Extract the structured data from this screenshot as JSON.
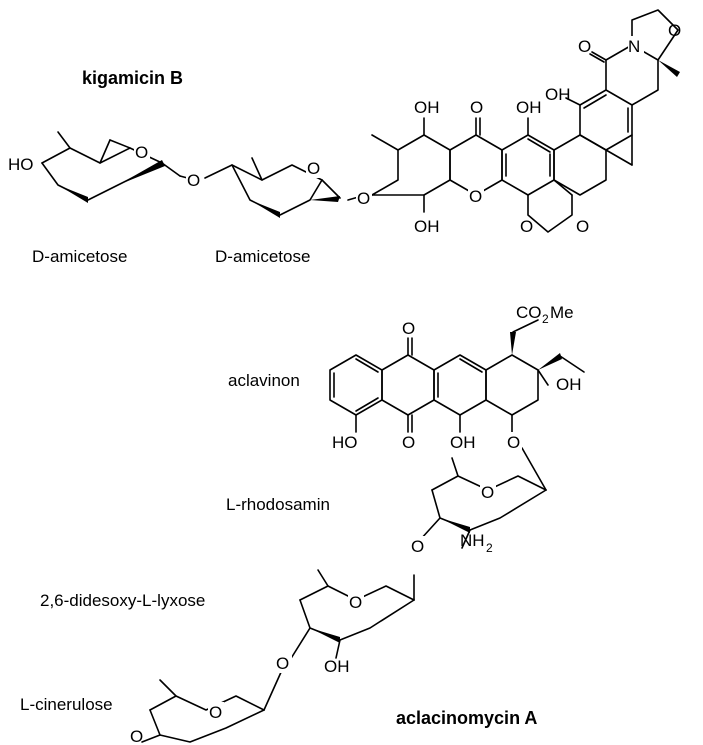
{
  "compounds": {
    "kigamicin": {
      "name": "kigamicin B",
      "sugar1": "D-amicetose",
      "sugar2": "D-amicetose"
    },
    "aclacinomycin": {
      "name": "aclacinomycin A",
      "aglycone": "aclavinon",
      "sugar1": "L-rhodosamin",
      "sugar2": "2,6-didesoxy-L-lyxose",
      "sugar3": "L-cinerulose"
    }
  },
  "atoms": {
    "ho": "HO",
    "oh": "OH",
    "o": "O",
    "n": "N",
    "co2": "CO",
    "co2_sub": "2",
    "me": "Me",
    "nh": "NH",
    "nh_sub": "2"
  }
}
